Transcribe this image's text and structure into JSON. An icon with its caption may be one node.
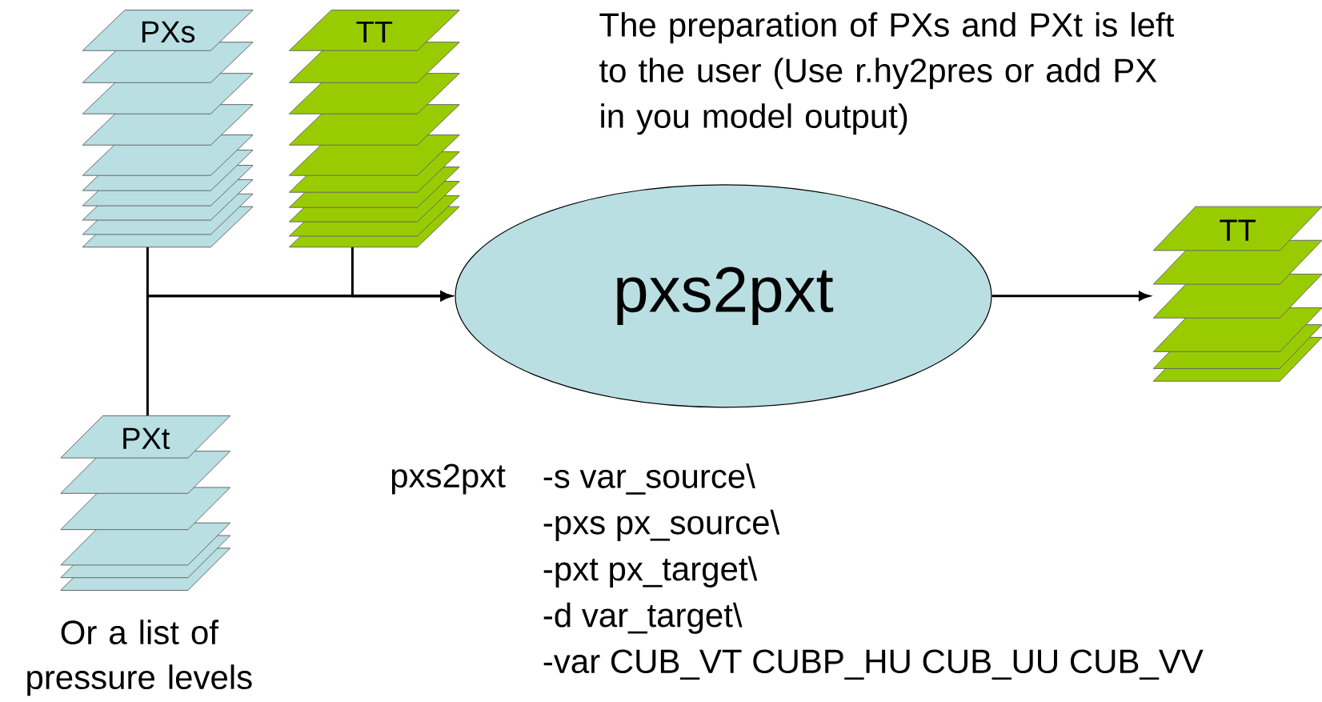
{
  "diagram": {
    "nodes": [
      {
        "text": [
          "PXs"
        ]
      },
      {
        "text": [
          "TT"
        ]
      },
      {
        "text": [
          "pxs2pxt"
        ]
      },
      {
        "text": [
          "TT"
        ]
      },
      {
        "text": [
          "PXt"
        ],
        "beside": [
          "Or a list of pressure levels"
        ]
      }
    ],
    "edges": [
      {
        "from": 0,
        "to": 2,
        "arrow": "to"
      },
      {
        "from": 1,
        "to": 2,
        "arrow": "to"
      },
      {
        "from": 4,
        "to": 2,
        "arrow": "to"
      },
      {
        "from": 2,
        "to": 3,
        "arrow": "to"
      }
    ],
    "labels": [
      "The preparation of PXs and PXt is left to the user (Use r.hy2pres or add PX in you model output)",
      "pxs2pxt",
      "-s var_source\\",
      "-pxs px_source\\",
      "-pxt px_target\\",
      "-d var_target\\",
      "-var CUB_VT CUBP_HU CUB_UU CUB_VV"
    ]
  }
}
